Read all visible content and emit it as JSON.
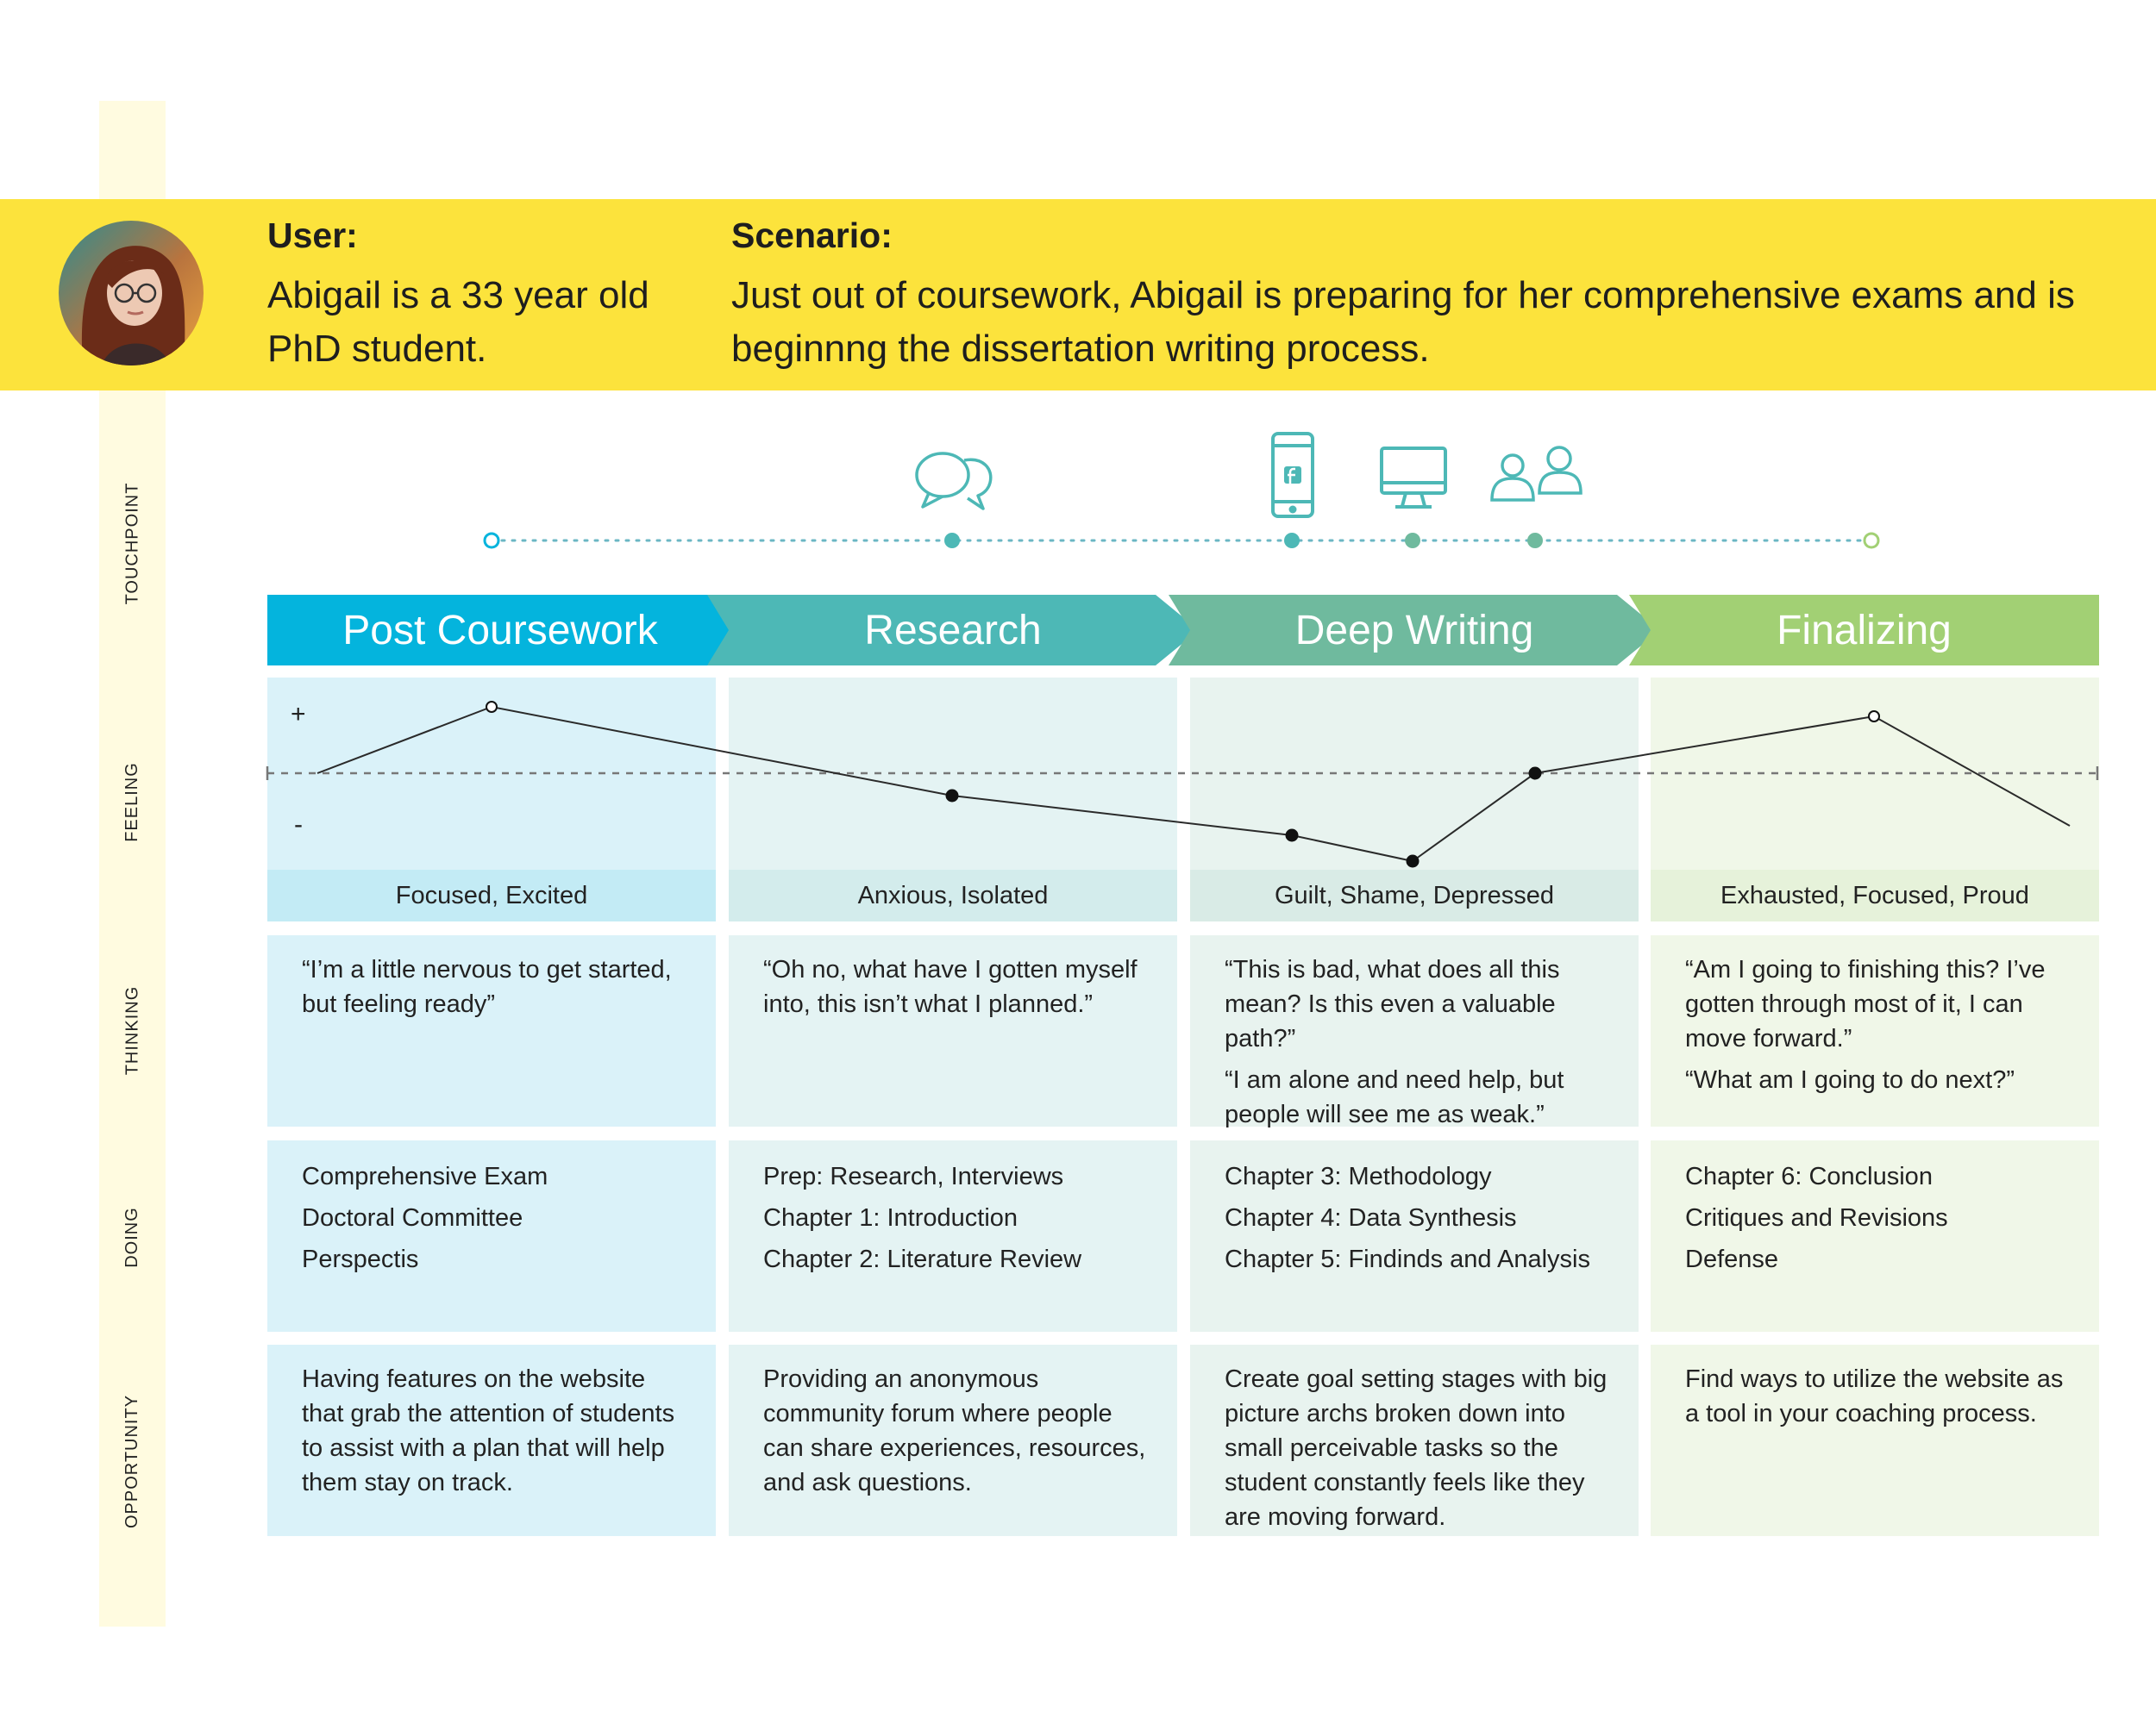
{
  "user": {
    "heading": "User:",
    "description": "Abigail is a 33 year old PhD student."
  },
  "scenario": {
    "heading": "Scenario:",
    "description": "Just out of coursework, Abigail is preparing for her comprehensive exams and is beginnng the dissertation writing process."
  },
  "row_labels": {
    "touchpoint": "TOUCHPOINT",
    "feeling": "FEELING",
    "thinking": "THINKING",
    "doing": "DOING",
    "opportunity": "OPPORTUNITY"
  },
  "touchpoint_icons": [
    "chat-bubbles-icon",
    "smartphone-facebook-icon",
    "desktop-monitor-icon",
    "people-group-icon"
  ],
  "feeling_axis": {
    "plus": "+",
    "minus": "-"
  },
  "stages": [
    {
      "name": "Post Coursework",
      "color": "#04b4dd",
      "emotions": "Focused, Excited",
      "thinking": [
        "“I’m a little nervous to get started, but feeling ready”"
      ],
      "doing": [
        "Comprehensive Exam",
        "Doctoral Committee",
        "Perspectis"
      ],
      "opportunity": "Having features on the website that grab the attention of students to assist with a plan that will help them stay on track."
    },
    {
      "name": "Research",
      "color": "#4db8b6",
      "emotions": "Anxious, Isolated",
      "thinking": [
        "“Oh no, what have I gotten myself into, this isn’t what I planned.”"
      ],
      "doing": [
        "Prep: Research, Interviews",
        "Chapter 1: Introduction",
        "Chapter 2: Literature Review"
      ],
      "opportunity": "Providing an anonymous community forum where people can share experiences, resources, and ask questions."
    },
    {
      "name": "Deep Writing",
      "color": "#6fba9e",
      "emotions": "Guilt, Shame, Depressed",
      "thinking": [
        "“This is bad, what does all this mean? Is this even a valuable path?”",
        "“I am alone and need help, but people will see me as weak.”"
      ],
      "doing": [
        "Chapter 3: Methodology",
        "Chapter 4: Data Synthesis",
        "Chapter 5: Findinds and Analysis"
      ],
      "opportunity": "Create goal setting stages with big picture archs broken down into small perceivable tasks so the student constantly feels like they are moving forward."
    },
    {
      "name": "Finalizing",
      "color": "#a2d074",
      "emotions": "Exhausted, Focused, Proud",
      "thinking": [
        "“Am I going to finishing this? I’ve gotten through most of it, I can move forward.”",
        "“What am I going to do next?”"
      ],
      "doing": [
        "Chapter 6: Conclusion",
        "Critiques and Revisions",
        "Defense"
      ],
      "opportunity": "Find ways to utilize the website as a tool in your coaching process."
    }
  ],
  "colors": {
    "banner": "#fce33c",
    "rail": "#fffbe0",
    "panel_bgs": [
      "#daf2f9",
      "#e4f3f3",
      "#e8f3ef",
      "#f0f7e8"
    ],
    "emo_bgs": [
      "#c3ebf5",
      "#d3ecec",
      "#d9ebe6",
      "#e6f2da"
    ],
    "touch_colors": [
      "#04b4dd",
      "#4db8b6",
      "#4db8b6",
      "#6fba9e",
      "#6fba9e",
      "#a2d074"
    ]
  }
}
